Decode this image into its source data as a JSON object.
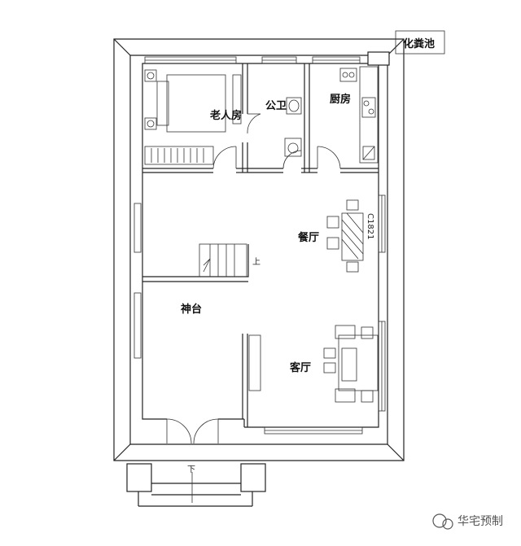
{
  "rooms": {
    "elder_room": "老人房",
    "public_wc": "公卫",
    "kitchen": "厨房",
    "dining": "餐厅",
    "shrine": "神台",
    "living": "客厅"
  },
  "labels": {
    "septic_tank": "化粪池",
    "stair_up": "上",
    "stair_down": "下",
    "window_code": "C1821"
  },
  "watermark": "华宅预制",
  "colors": {
    "line": "#222222",
    "watermark": "#555555"
  }
}
